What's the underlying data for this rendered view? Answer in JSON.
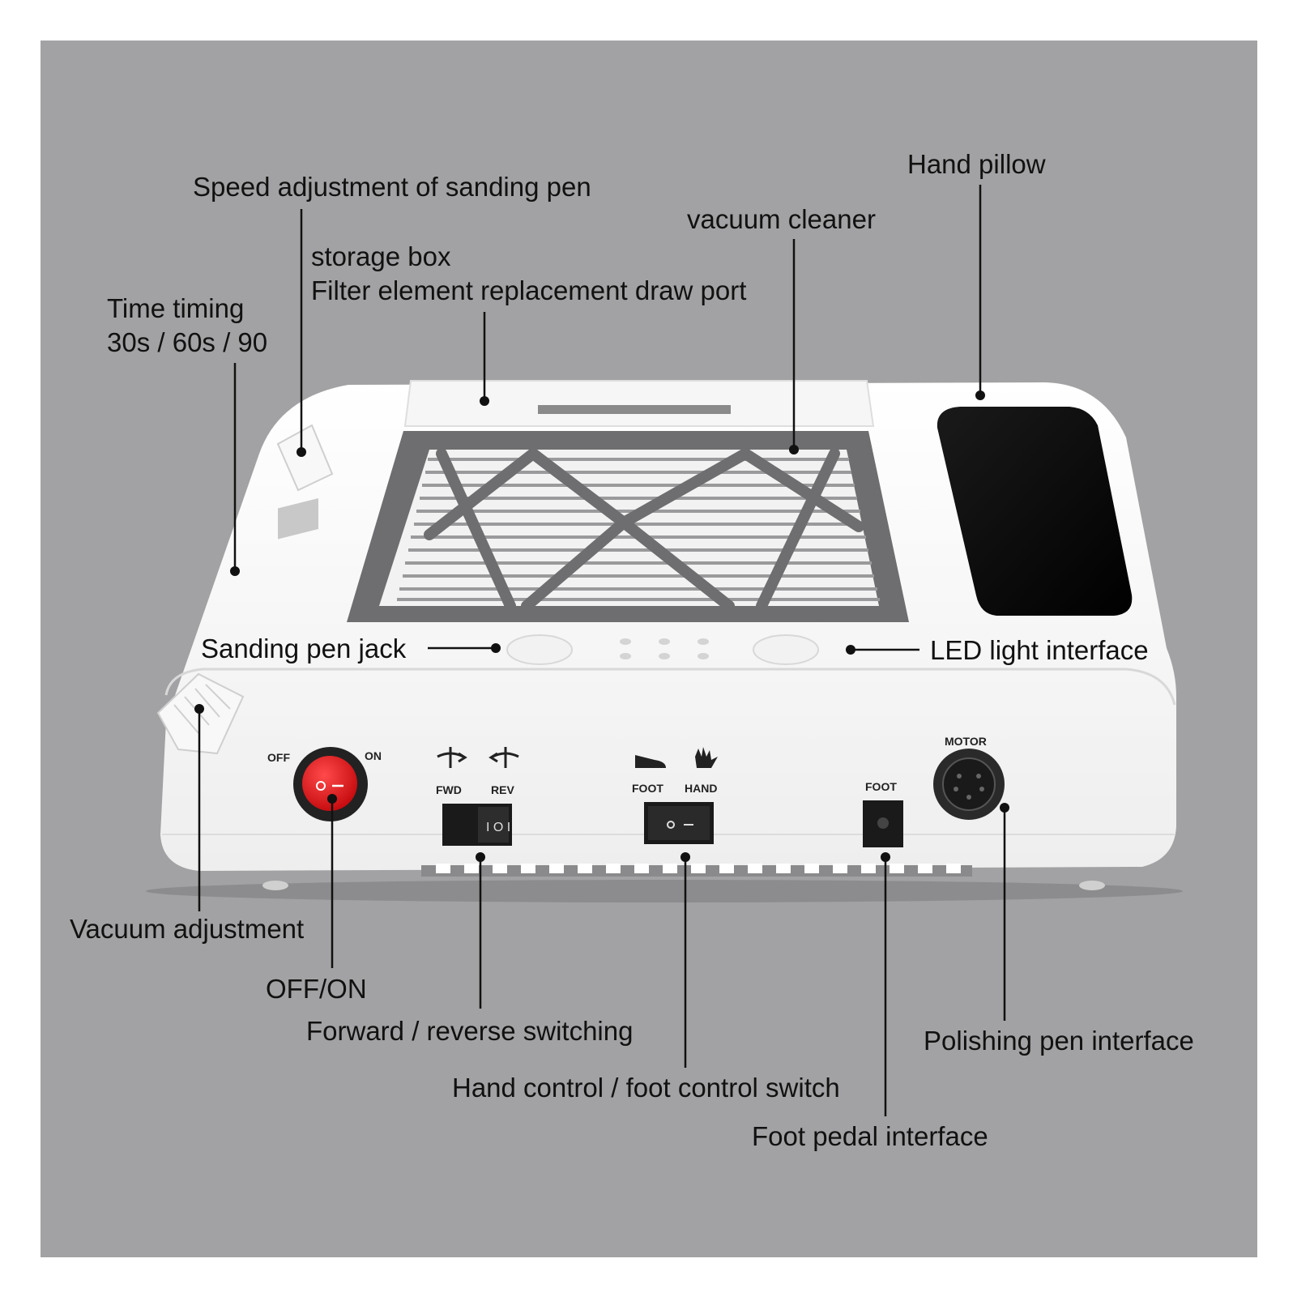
{
  "colors": {
    "background": "#a2a2a4",
    "device_body": "#ffffff",
    "grille_frame": "#6e6e70",
    "hand_pillow": "#0c0c0c",
    "power_switch": "#d9191d",
    "label_text": "#111111"
  },
  "labels": {
    "speed_adjustment": "Speed adjustment of sanding pen",
    "hand_pillow": "Hand pillow",
    "vacuum_cleaner": "vacuum cleaner",
    "storage_box": "storage box",
    "filter_port": "Filter element replacement draw port",
    "time_timing": "Time timing",
    "time_values": "30s / 60s / 90",
    "sanding_pen_jack": "Sanding pen jack",
    "led_light_interface": "LED light interface",
    "vacuum_adjustment": "Vacuum adjustment",
    "off_on": "OFF/ON",
    "forward_reverse": "Forward / reverse switching",
    "hand_foot_switch": "Hand control / foot control switch",
    "polishing_pen_interface": "Polishing pen interface",
    "foot_pedal_interface": "Foot pedal interface"
  },
  "device_markings": {
    "off": "OFF",
    "on": "ON",
    "fwd": "FWD",
    "rev": "REV",
    "foot": "FOOT",
    "hand": "HAND",
    "foot_jack": "FOOT",
    "motor": "MOTOR"
  },
  "icons": [
    "fwd-rotation-icon",
    "rev-rotation-icon",
    "foot-icon",
    "hand-icon"
  ]
}
